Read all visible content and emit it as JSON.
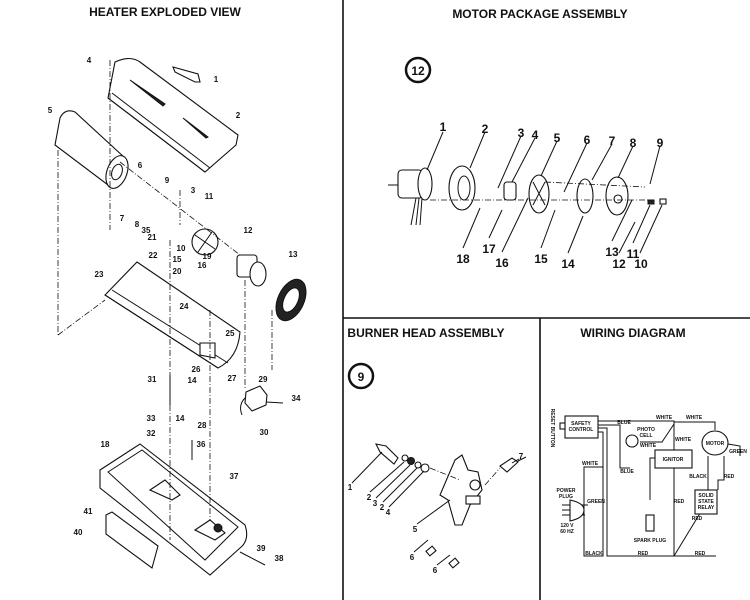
{
  "panels": {
    "heater": {
      "title": "HEATER EXPLODED VIEW",
      "callouts": [
        "1",
        "2",
        "3",
        "4",
        "5",
        "6",
        "7",
        "8",
        "9",
        "10",
        "11",
        "12",
        "13",
        "14",
        "14",
        "15",
        "16",
        "19",
        "20",
        "21",
        "22",
        "23",
        "24",
        "25",
        "26",
        "27",
        "28",
        "29",
        "30",
        "31",
        "32",
        "33",
        "34",
        "35",
        "36",
        "37",
        "38",
        "39",
        "40",
        "41",
        "18"
      ]
    },
    "motor": {
      "title": "MOTOR PACKAGE ASSEMBLY",
      "badge": "12",
      "callouts_top": [
        "1",
        "2",
        "3",
        "4",
        "5",
        "6",
        "7",
        "8",
        "9"
      ],
      "callouts_bottom": [
        "18",
        "17",
        "16",
        "15",
        "14",
        "13",
        "12",
        "11",
        "10"
      ]
    },
    "burner": {
      "title": "BURNER HEAD ASSEMBLY",
      "badge": "9",
      "callouts": [
        "1",
        "2",
        "3",
        "2",
        "4",
        "5",
        "6",
        "6",
        "7"
      ]
    },
    "wiring": {
      "title": "WIRING DIAGRAM",
      "reset_button": "RESET BUTTON",
      "safety_control": [
        "SAFETY",
        "CONTROL"
      ],
      "photo_cell": [
        "PHOTO",
        "CELL"
      ],
      "ignitor": "IGNITOR",
      "motor": "MOTOR",
      "relay": [
        "SOLID",
        "STATE",
        "RELAY"
      ],
      "power_plug": [
        "POWER",
        "PLUG"
      ],
      "voltage": [
        "120 V",
        "60 HZ"
      ],
      "spark_plug": "SPARK PLUG",
      "wires": {
        "white_top1": "WHITE",
        "white_top2": "WHITE",
        "blue_top": "BLUE",
        "white_photo": "WHITE",
        "white_right": "WHITE",
        "white_left": "WHITE",
        "blue_bottom": "BLUE",
        "green_motor": "GREEN",
        "black_motor": "BLACK",
        "red_motor": "RED",
        "green_plug": "GREEN",
        "red_mid": "RED",
        "red_relay": "RED",
        "black_bottom": "BLACK",
        "red_bottom1": "RED",
        "red_bottom2": "RED"
      }
    }
  }
}
